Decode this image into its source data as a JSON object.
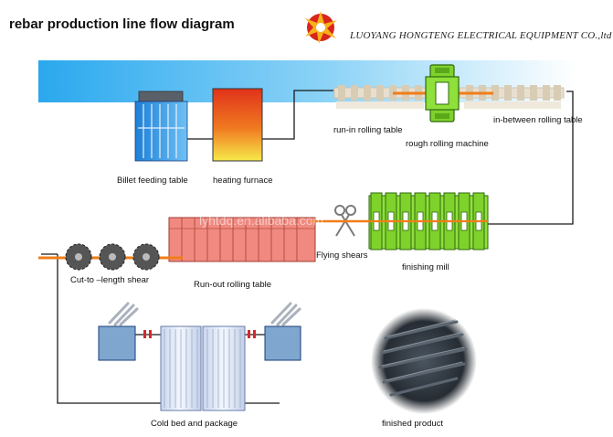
{
  "header": {
    "title": "rebar production line flow diagram",
    "company": "LUOYANG HONGTENG ELECTRICAL EQUIPMENT CO.,ltd"
  },
  "stages": {
    "billet_feeding_table": "Billet feeding table",
    "heating_furnace": "heating furnace",
    "run_in_rolling_table": "run-in rolling table",
    "rough_rolling_machine": "rough rolling machine",
    "in_between_rolling_table": "in-between rolling table",
    "finishing_mill": "finishing mill",
    "flying_shears": "Flying shears",
    "run_out_rolling_table": "Run-out rolling table",
    "cut_to_length_shear": "Cut-to –length shear",
    "cold_bed_and_package": "Cold bed and package",
    "finished_product": "finished product"
  },
  "watermark": "lyhtdq.en.alibaba.com",
  "colors": {
    "header_band": "#39b3f0",
    "bar": "#f07d1a",
    "roller_green": "#7fd12c",
    "furnace_red": "#e83a1a",
    "furnace_yellow": "#f4e040",
    "billet_blue": "#2b8fe0",
    "runout_red": "#f08a80",
    "flow_line": "#1a1a1a"
  },
  "icons": [
    "logo-sun-icon",
    "scissors-icon",
    "saw-blade-icon",
    "rebar-bundle-icon"
  ]
}
